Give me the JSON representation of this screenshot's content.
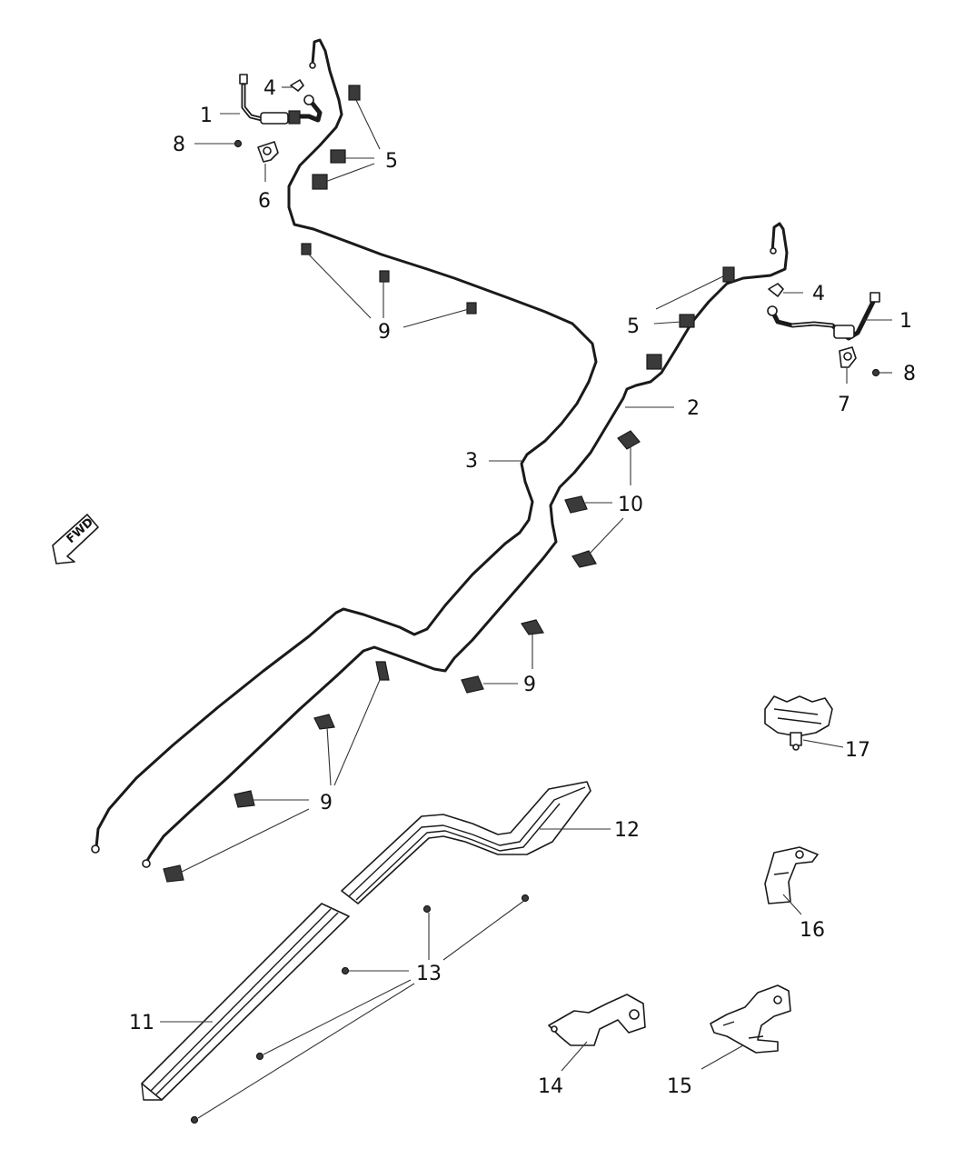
{
  "callouts": [
    {
      "id": "c1a",
      "text": "1"
    },
    {
      "id": "c1b",
      "text": "1"
    },
    {
      "id": "c2",
      "text": "2"
    },
    {
      "id": "c3",
      "text": "3"
    },
    {
      "id": "c4a",
      "text": "4"
    },
    {
      "id": "c4b",
      "text": "4"
    },
    {
      "id": "c5a",
      "text": "5"
    },
    {
      "id": "c5b",
      "text": "5"
    },
    {
      "id": "c6",
      "text": "6"
    },
    {
      "id": "c7",
      "text": "7"
    },
    {
      "id": "c8a",
      "text": "8"
    },
    {
      "id": "c8b",
      "text": "8"
    },
    {
      "id": "c9a",
      "text": "9"
    },
    {
      "id": "c9b",
      "text": "9"
    },
    {
      "id": "c9c",
      "text": "9"
    },
    {
      "id": "c10",
      "text": "10"
    },
    {
      "id": "c11",
      "text": "11"
    },
    {
      "id": "c12",
      "text": "12"
    },
    {
      "id": "c13",
      "text": "13"
    },
    {
      "id": "c14",
      "text": "14"
    },
    {
      "id": "c15",
      "text": "15"
    },
    {
      "id": "c16",
      "text": "16"
    },
    {
      "id": "c17",
      "text": "17"
    }
  ],
  "fwd_arrow": {
    "label": "FWD"
  },
  "icons": {
    "direction": "forward-arrow-icon"
  }
}
